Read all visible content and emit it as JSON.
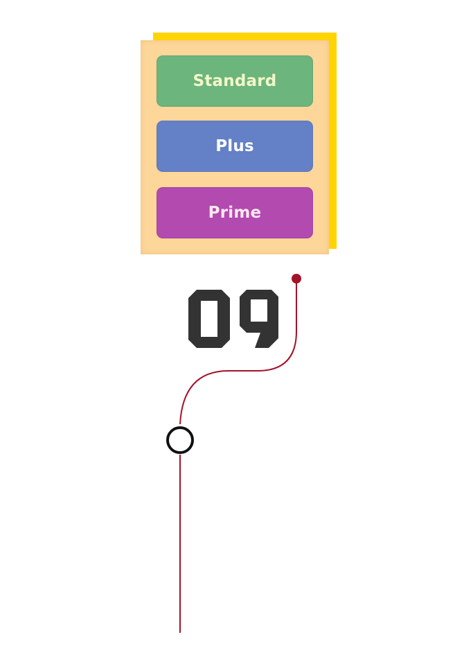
{
  "plans": [
    {
      "label": "Standard",
      "color": "#6cb57d"
    },
    {
      "label": "Plus",
      "color": "#6480c6"
    },
    {
      "label": "Prime",
      "color": "#b24ab0"
    }
  ],
  "step_number": "09",
  "colors": {
    "frame": "#ffd400",
    "card": "#fdd69a",
    "path": "#a3122a",
    "digits": "#333333"
  }
}
